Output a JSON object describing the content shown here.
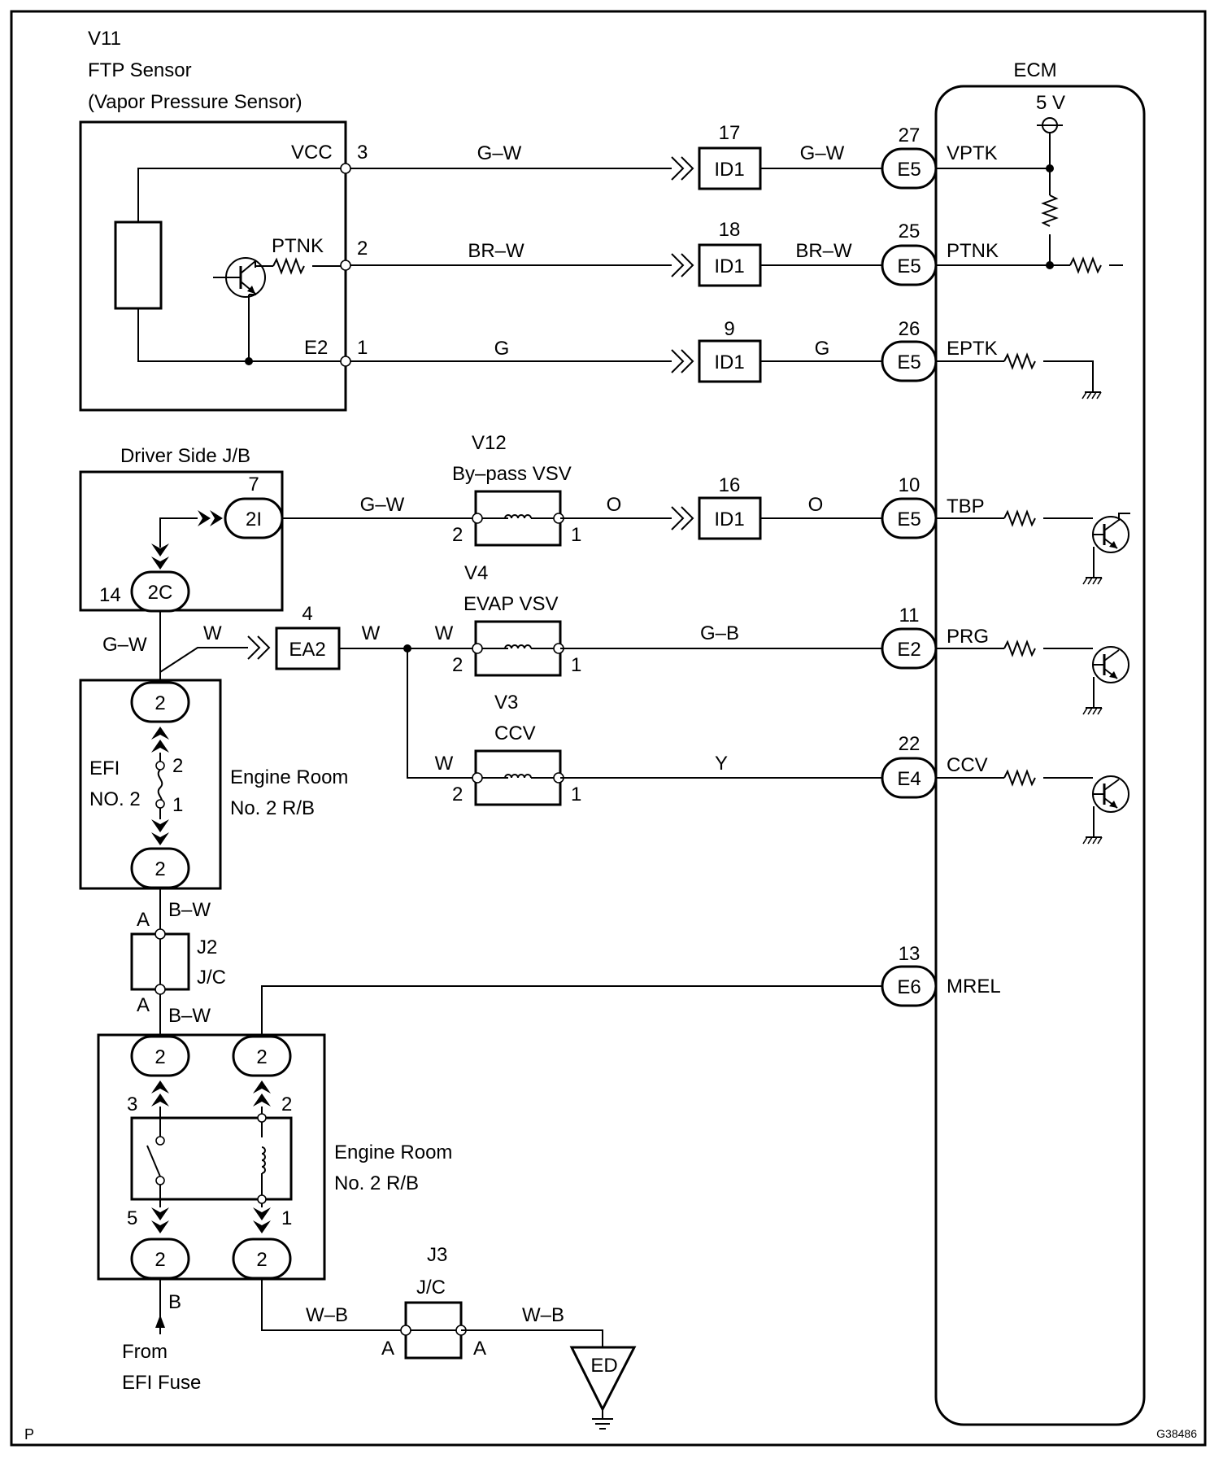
{
  "ftp_sensor": {
    "code": "V11",
    "name": "FTP Sensor",
    "desc": "(Vapor Pressure Sensor)",
    "pin_vcc": "VCC",
    "pin_ptnk": "PTNK",
    "pin_e2": "E2",
    "pin3": "3",
    "pin2": "2",
    "pin1": "1"
  },
  "ecm": {
    "title": "ECM",
    "supply": "5 V",
    "vptk": "VPTK",
    "ptnk": "PTNK",
    "eptk": "EPTK",
    "tbp": "TBP",
    "prg": "PRG",
    "ccv": "CCV",
    "mrel": "MREL"
  },
  "wires": {
    "gw": "G–W",
    "brw": "BR–W",
    "g": "G",
    "o": "O",
    "w": "W",
    "gb": "G–B",
    "y": "Y",
    "bw": "B–W",
    "b": "B",
    "wb": "W–B"
  },
  "connectors": {
    "id1": "ID1",
    "e5": "E5",
    "e2": "E2",
    "e4": "E4",
    "e6": "E6",
    "ea2": "EA2",
    "c2i": "2I",
    "c2c": "2C",
    "c2": "2",
    "ed": "ED"
  },
  "pins": {
    "p17": "17",
    "p18": "18",
    "p9": "9",
    "p16": "16",
    "p27": "27",
    "p25": "25",
    "p26": "26",
    "p10": "10",
    "p11": "11",
    "p22": "22",
    "p13": "13",
    "p4": "4",
    "p7": "7",
    "p14": "14",
    "p1": "1",
    "p2": "2",
    "p3": "3",
    "p5": "5",
    "pA": "A"
  },
  "vsv_bypass": {
    "code": "V12",
    "name": "By–pass VSV"
  },
  "vsv_evap": {
    "code": "V4",
    "name": "EVAP VSV"
  },
  "ccv_valve": {
    "code": "V3",
    "name": "CCV"
  },
  "jb_driver": "Driver Side J/B",
  "efi_fuse": {
    "label1": "EFI",
    "label2": "NO. 2"
  },
  "rb_upper": {
    "line1": "Engine Room",
    "line2": "No. 2 R/B"
  },
  "rb_lower": {
    "line1": "Engine Room",
    "line2": "No. 2 R/B"
  },
  "j2": {
    "code": "J2",
    "type": "J/C"
  },
  "j3": {
    "code": "J3",
    "type": "J/C"
  },
  "from_fuse": {
    "line1": "From",
    "line2": "EFI Fuse"
  },
  "footer": {
    "left": "P",
    "right": "G38486"
  }
}
